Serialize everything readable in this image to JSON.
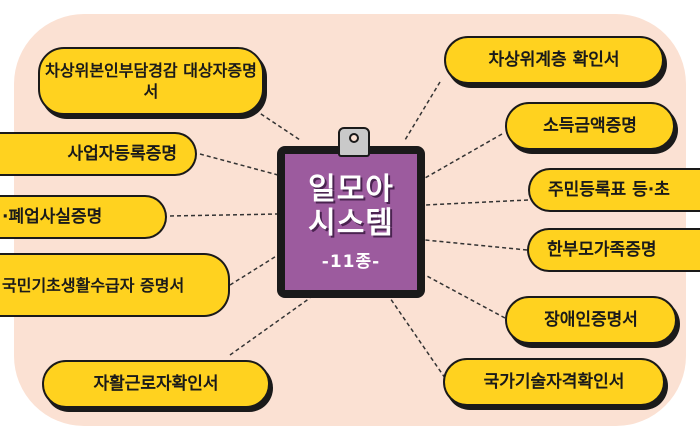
{
  "center": {
    "title_line1": "일모아",
    "title_line2": "시스템",
    "subtitle": "-11종-"
  },
  "left_items": [
    {
      "label": "차상위본인부담경감 대상자증명서"
    },
    {
      "label": "사업자등록증명"
    },
    {
      "label": "·폐업사실증명"
    },
    {
      "label": "국민기초생활수급자 증명서"
    },
    {
      "label": "자활근로자확인서"
    }
  ],
  "right_items": [
    {
      "label": "차상위계층 확인서"
    },
    {
      "label": "소득금액증명"
    },
    {
      "label": "주민등록표 등·초"
    },
    {
      "label": "한부모가족증명"
    },
    {
      "label": "장애인증명서"
    },
    {
      "label": "국가기술자격확인서"
    }
  ],
  "colors": {
    "background": "#fbe1d3",
    "pill": "#ffd21f",
    "board": "#9c5b9e",
    "outline": "#1a1a1a"
  },
  "icons": [
    "clipboard-icon"
  ]
}
